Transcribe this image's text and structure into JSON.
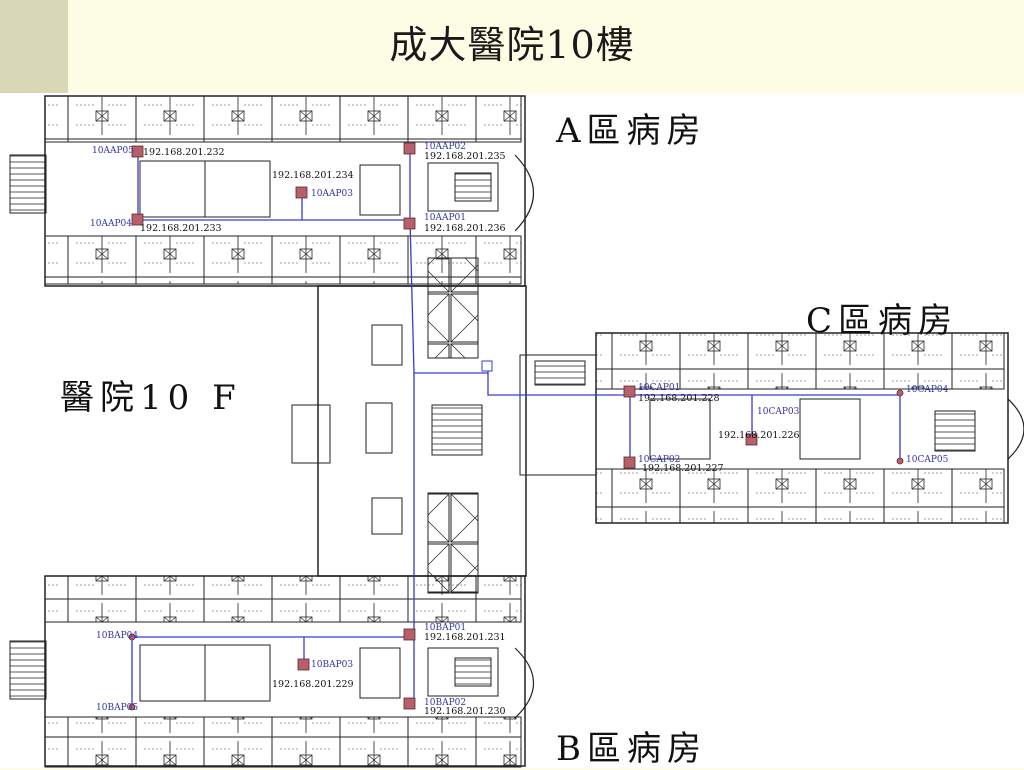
{
  "title": "成大醫院10樓",
  "zones": {
    "a": "A區病房",
    "b": "B區病房",
    "c": "C區病房",
    "floor": "醫院10 F"
  },
  "access_points": [
    {
      "id": "10AAP05",
      "ip": "192.168.201.232"
    },
    {
      "id": "10AAP02",
      "ip": "192.168.201.235"
    },
    {
      "id": "10AAP03",
      "ip": "192.168.201.234"
    },
    {
      "id": "10AAP04",
      "ip": "192.168.201.233"
    },
    {
      "id": "10AAP01",
      "ip": "192.168.201.236"
    },
    {
      "id": "10CAP01",
      "ip": "192.168.201.228"
    },
    {
      "id": "10CAP02",
      "ip": "192.168.201.227"
    },
    {
      "id": "10CAP03",
      "ip": "192.168.201.226"
    },
    {
      "id": "10CAP04",
      "ip": ""
    },
    {
      "id": "10CAP05",
      "ip": ""
    },
    {
      "id": "10BAP01",
      "ip": "192.168.201.231"
    },
    {
      "id": "10BAP02",
      "ip": "192.168.201.230"
    },
    {
      "id": "10BAP03",
      "ip": "192.168.201.229"
    },
    {
      "id": "10BAP04",
      "ip": ""
    },
    {
      "id": "10BAP05",
      "ip": ""
    }
  ],
  "colors": {
    "network_line": "#3a3ad0",
    "ap_marker": "#b8606a",
    "wall": "#222222",
    "title_accent": "#d8d8b8"
  }
}
